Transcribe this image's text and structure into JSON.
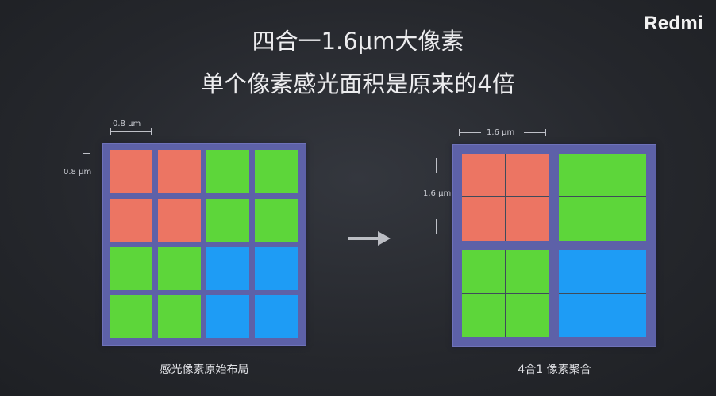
{
  "brand": "Redmi",
  "title": {
    "line1": "四合一1.6μm大像素",
    "line2": "单个像素感光面积是原来的4倍"
  },
  "left": {
    "dim_width": "0.8 μm",
    "dim_height": "0.8 μm",
    "caption": "感光像素原始布局",
    "cells": [
      [
        "red",
        "red",
        "green",
        "green"
      ],
      [
        "red",
        "red",
        "green",
        "green"
      ],
      [
        "green",
        "green",
        "blue",
        "blue"
      ],
      [
        "green",
        "green",
        "blue",
        "blue"
      ]
    ]
  },
  "right": {
    "dim_width": "1.6 μm",
    "dim_height": "1.6 μm",
    "caption": "4合1 像素聚合",
    "cells": [
      [
        "red",
        "green"
      ],
      [
        "green",
        "blue"
      ]
    ]
  },
  "colors": {
    "red": "#ec7563",
    "green": "#5dd63a",
    "blue": "#1e9cf5",
    "panel": "#5d61a8"
  },
  "icons": {
    "arrow": "arrow-right-icon"
  }
}
